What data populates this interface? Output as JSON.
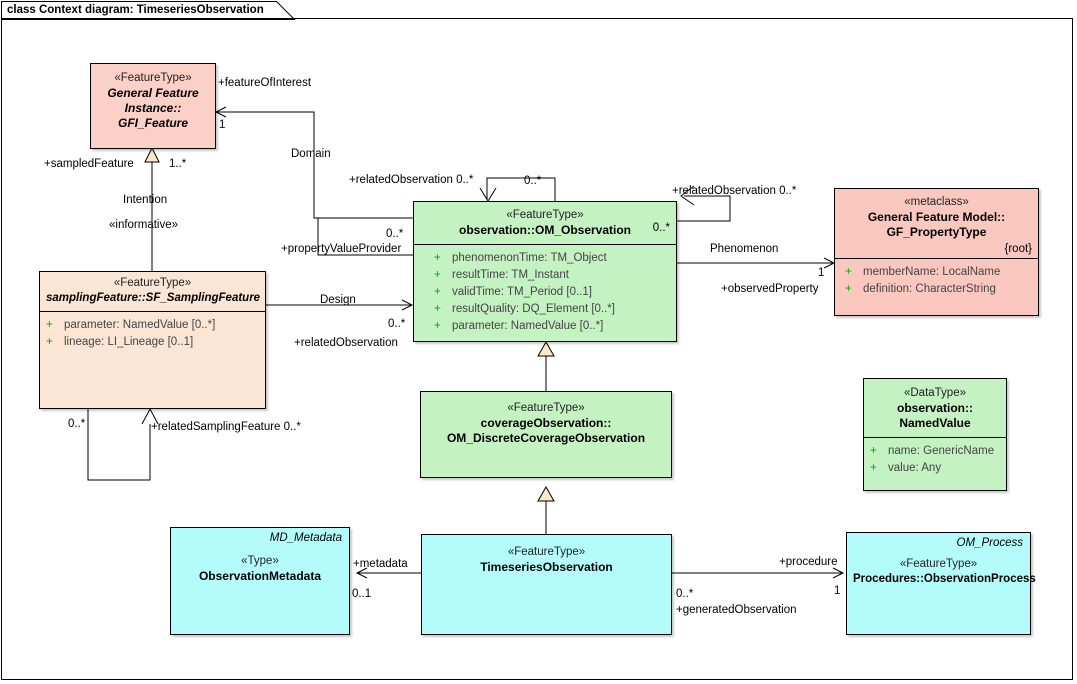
{
  "diagram": {
    "tab_title": "class Context diagram: TimeseriesObservation",
    "type": "uml-class-diagram",
    "colors": {
      "pink": "#fbd0c7",
      "pink_metaclass": "#fbc8c0",
      "peach": "#fbe6d5",
      "green": "#c5f2c2",
      "cyan": "#b4fcfc",
      "line": "#000000",
      "attribute_text": "#444444",
      "visibility_plus": "#00aa00"
    }
  },
  "classes": {
    "gfi_feature": {
      "stereotype": "«FeatureType»",
      "name_line1": "General Feature",
      "name_line2": "Instance::",
      "name_line3": "GFI_Feature"
    },
    "sampling_feature": {
      "stereotype": "«FeatureType»",
      "name": "samplingFeature::SF_SamplingFeature",
      "attributes": [
        {
          "visibility": "+",
          "text": "parameter: NamedValue [0..*]"
        },
        {
          "visibility": "+",
          "text": "lineage: LI_Lineage [0..1]"
        }
      ]
    },
    "om_observation": {
      "stereotype": "«FeatureType»",
      "name": "observation::OM_Observation",
      "corner_multiplicity": "0..*",
      "attributes": [
        {
          "visibility": "+",
          "text": "phenomenonTime: TM_Object"
        },
        {
          "visibility": "+",
          "text": "resultTime: TM_Instant"
        },
        {
          "visibility": "+",
          "text": "validTime: TM_Period [0..1]"
        },
        {
          "visibility": "+",
          "text": "resultQuality: DQ_Element [0..*]"
        },
        {
          "visibility": "+",
          "text": "parameter: NamedValue [0..*]"
        }
      ]
    },
    "gf_propertytype": {
      "stereotype": "«metaclass»",
      "name_line1": "General Feature Model::",
      "name_line2": "GF_PropertyType",
      "constraint": "{root}",
      "attributes": [
        {
          "visibility": "+",
          "text": "memberName: LocalName"
        },
        {
          "visibility": "+",
          "text": "definition: CharacterString"
        }
      ]
    },
    "coverage_observation": {
      "stereotype": "«FeatureType»",
      "name_line1": "coverageObservation::",
      "name_line2": "OM_DiscreteCoverageObservation"
    },
    "named_value": {
      "stereotype": "«DataType»",
      "name_line1": "observation::",
      "name_line2": "NamedValue",
      "attributes": [
        {
          "visibility": "+",
          "text": "name: GenericName"
        },
        {
          "visibility": "+",
          "text": "value: Any"
        }
      ]
    },
    "observation_metadata": {
      "top_right": "MD_Metadata",
      "stereotype": "«Type»",
      "name": "ObservationMetadata"
    },
    "timeseries_observation": {
      "stereotype": "«FeatureType»",
      "name": "TimeseriesObservation"
    },
    "observation_process": {
      "top_right": "OM_Process",
      "stereotype": "«FeatureType»",
      "name": "Procedures::ObservationProcess"
    }
  },
  "labels": {
    "featureOfInterest": "+featureOfInterest",
    "foi_mult": "1",
    "domain": "Domain",
    "sampledFeature": "+sampledFeature",
    "sampledFeature_mult": "1..*",
    "intention": "Intention",
    "informative": "«informative»",
    "relatedObservation_left": "+relatedObservation 0..*",
    "self_mult_top": "0..*",
    "relatedObservation_right": "+relatedObservation 0..*",
    "propertyValueProvider": "+propertyValueProvider",
    "propertyValueProvider_mult": "0..*",
    "design": "Design",
    "design_mult": "0..*",
    "relatedObservation_design": "+relatedObservation",
    "phenomenon": "Phenomenon",
    "observedProperty": "+observedProperty",
    "observedProperty_mult": "1",
    "relatedSamplingFeature": "+relatedSamplingFeature 0..*",
    "relatedSamplingFeature_mult": "0..*",
    "metadata": "+metadata",
    "metadata_mult": "0..1",
    "procedure": "+procedure",
    "procedure_mult": "1",
    "generatedObservation": "+generatedObservation",
    "generatedObservation_mult": "0..*"
  }
}
